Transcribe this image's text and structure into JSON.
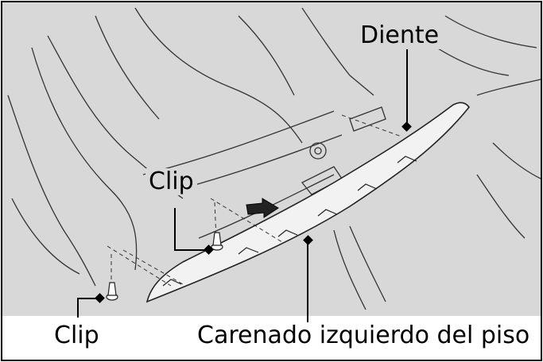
{
  "labels": {
    "tooth": "Diente",
    "clip_upper": "Clip",
    "clip_lower": "Clip",
    "cowl": "Carenado izquierdo del piso"
  },
  "colors": {
    "background": "#d8d8d8",
    "frame": "#000000",
    "line_art": "#333333",
    "part_fill": "#f2f2f2",
    "arrow": "#222222"
  }
}
